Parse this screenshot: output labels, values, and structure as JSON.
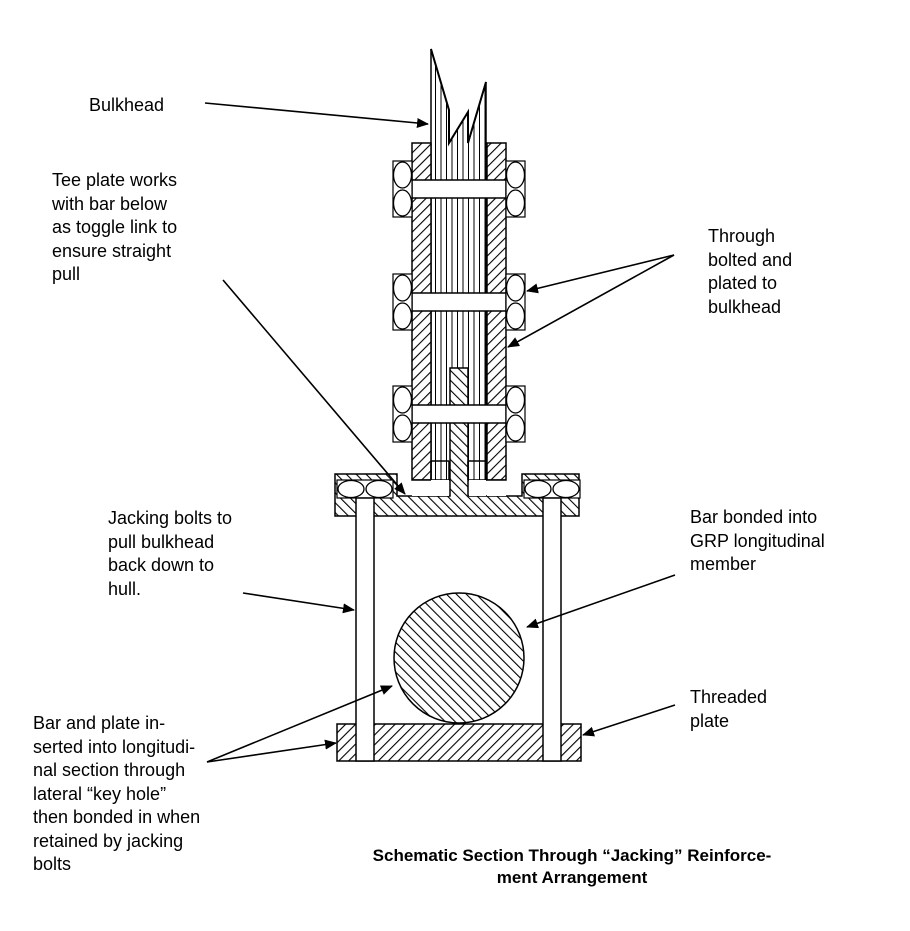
{
  "labels": {
    "bulkhead": "Bulkhead",
    "tee_plate": "Tee plate works\nwith bar below\nas toggle link to\nensure straight\npull",
    "through_bolted": "Through\nbolted and\nplated to\nbulkhead",
    "jacking_bolts": "Jacking bolts to\npull bulkhead\nback down to\nhull.",
    "bar_bonded": "Bar bonded into\nGRP longitudinal\nmember",
    "threaded_plate": "Threaded\nplate",
    "bar_and_plate": "Bar and plate in-\nserted into longitudi-\nnal section through\nlateral “key hole”\nthen bonded in when\nretained by jacking\nbolts"
  },
  "title": "Schematic Section Through “Jacking” Reinforce-\nment Arrangement",
  "colors": {
    "line": "#000000",
    "background": "#ffffff"
  }
}
